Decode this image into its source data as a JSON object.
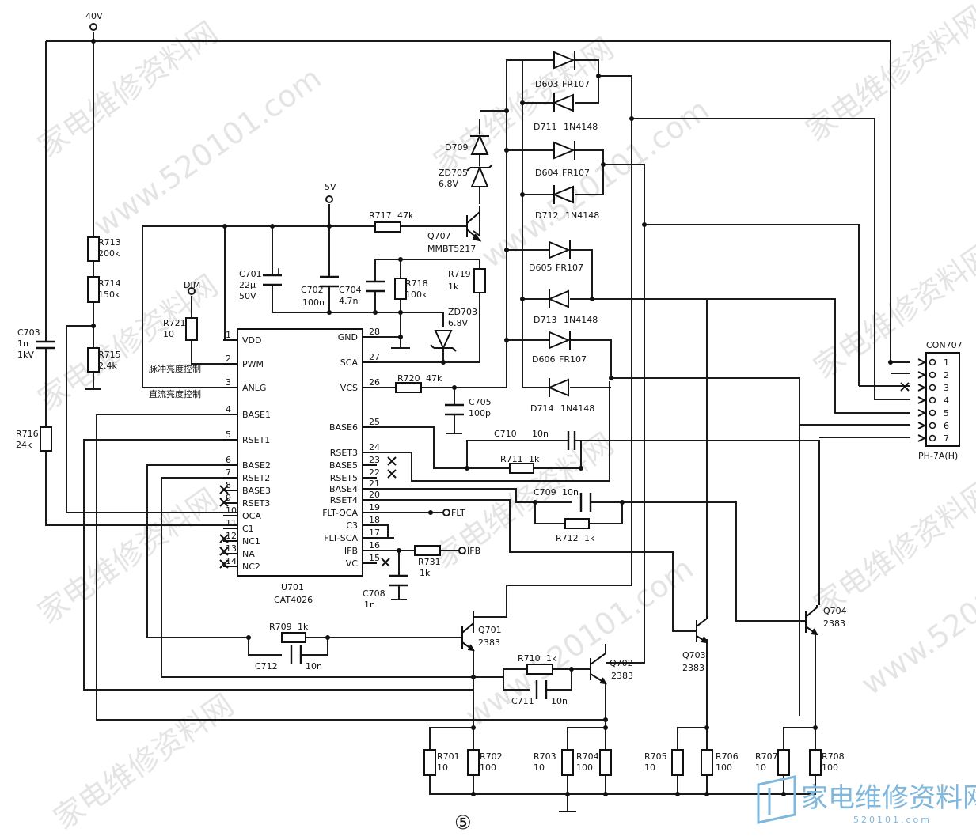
{
  "watermark": {
    "cn": "家电维修资料网",
    "url": "www.520101.com"
  },
  "supply": {
    "v40": "40V",
    "v5": "5V",
    "dim": "DIM"
  },
  "ic": {
    "ref": "U701",
    "part": "CAT4026",
    "left_pins": [
      {
        "num": "1",
        "name": "VDD"
      },
      {
        "num": "2",
        "name": "PWM"
      },
      {
        "num": "3",
        "name": "ANLG"
      },
      {
        "num": "4",
        "name": "BASE1"
      },
      {
        "num": "5",
        "name": "RSET1"
      },
      {
        "num": "6",
        "name": "BASE2"
      },
      {
        "num": "7",
        "name": "RSET2"
      },
      {
        "num": "8",
        "name": "BASE3"
      },
      {
        "num": "9",
        "name": "RSET3"
      },
      {
        "num": "10",
        "name": "OCA"
      },
      {
        "num": "11",
        "name": "C1"
      },
      {
        "num": "12",
        "name": "NC1"
      },
      {
        "num": "13",
        "name": "NA"
      },
      {
        "num": "14",
        "name": "NC2"
      }
    ],
    "right_pins": [
      {
        "num": "28",
        "name": "GND"
      },
      {
        "num": "27",
        "name": "SCA"
      },
      {
        "num": "26",
        "name": "VCS"
      },
      {
        "num": "25",
        "name": "BASE6"
      },
      {
        "num": "24",
        "name": "RSET3"
      },
      {
        "num": "23",
        "name": "BASE5"
      },
      {
        "num": "22",
        "name": "RSET5"
      },
      {
        "num": "21",
        "name": "BASE4"
      },
      {
        "num": "20",
        "name": "RSET4"
      },
      {
        "num": "19",
        "name": "FLT-OCA"
      },
      {
        "num": "18",
        "name": "C3"
      },
      {
        "num": "17",
        "name": "FLT-SCA"
      },
      {
        "num": "16",
        "name": "IFB"
      },
      {
        "num": "15",
        "name": "VC"
      }
    ]
  },
  "labels": {
    "pwm_cn": "脉冲亮度控制",
    "anlg_cn": "直流亮度控制",
    "flt": "FLT",
    "ifb": "IFB",
    "figure": "⑤"
  },
  "parts": {
    "r713": [
      "R713",
      "200k"
    ],
    "r714": [
      "R714",
      "150k"
    ],
    "r715": [
      "R715",
      "2.4k"
    ],
    "r716": [
      "R716",
      "24k"
    ],
    "c703": [
      "C703",
      "1n",
      "1kV"
    ],
    "r721": [
      "R721",
      "10"
    ],
    "r717": [
      "R717",
      "47k"
    ],
    "c701": [
      "C701",
      "22μ",
      "50V"
    ],
    "c702": [
      "C702",
      "100n"
    ],
    "c704": [
      "C704",
      "4.7n"
    ],
    "r718": [
      "R718",
      "100k"
    ],
    "r719": [
      "R719",
      "1k"
    ],
    "q707": [
      "Q707",
      "MMBT5217"
    ],
    "zd703": [
      "ZD703",
      "6.8V"
    ],
    "d709": [
      "D709"
    ],
    "zd705": [
      "ZD705",
      "6.8V"
    ],
    "r720": [
      "R720",
      "47k"
    ],
    "c705": [
      "C705",
      "100p"
    ],
    "c710": [
      "C710",
      "10n"
    ],
    "r711": [
      "R711",
      "1k"
    ],
    "c709": [
      "C709",
      "10n"
    ],
    "r712": [
      "R712",
      "1k"
    ],
    "r731": [
      "R731",
      "1k"
    ],
    "c708": [
      "C708",
      "1n"
    ],
    "d603": [
      "D603",
      "FR107"
    ],
    "d711": [
      "D711",
      "1N4148"
    ],
    "d604": [
      "D604",
      "FR107"
    ],
    "d712": [
      "D712",
      "1N4148"
    ],
    "d605": [
      "D605",
      "FR107"
    ],
    "d713": [
      "D713",
      "1N4148"
    ],
    "d606": [
      "D606",
      "FR107"
    ],
    "d714": [
      "D714",
      "1N4148"
    ],
    "q701": [
      "Q701",
      "2383"
    ],
    "q702": [
      "Q702",
      "2383"
    ],
    "q703": [
      "Q703",
      "2383"
    ],
    "q704": [
      "Q704",
      "2383"
    ],
    "r709": [
      "R709",
      "1k"
    ],
    "c712": [
      "C712",
      "10n"
    ],
    "r710": [
      "R710",
      "1k"
    ],
    "c711": [
      "C711",
      "10n"
    ],
    "r701": [
      "R701",
      "10"
    ],
    "r702": [
      "R702",
      "100"
    ],
    "r703": [
      "R703",
      "10"
    ],
    "r704": [
      "R704",
      "100"
    ],
    "r705": [
      "R705",
      "10"
    ],
    "r706": [
      "R706",
      "100"
    ],
    "r707": [
      "R707",
      "10"
    ],
    "r708": [
      "R708",
      "100"
    ]
  },
  "connector": {
    "ref": "CON707",
    "type": "PH-7A(H)",
    "pins": [
      "1",
      "2",
      "3",
      "4",
      "5",
      "6",
      "7"
    ]
  },
  "logo": {
    "cn": "家电维修资料网",
    "url": "520101.com"
  }
}
